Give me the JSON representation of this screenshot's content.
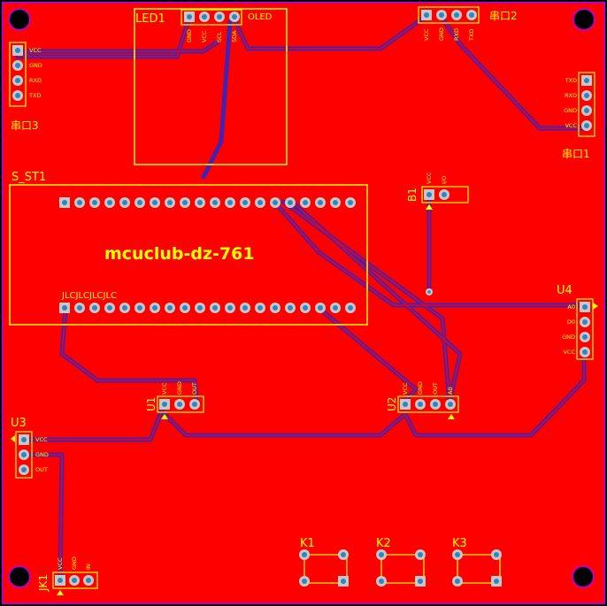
{
  "colors": {
    "background": "#000000",
    "copper": "#ff0000",
    "silk": "#ffff00",
    "trace": "#3a2fc8",
    "pad_ring": "#c8c8c8",
    "pad_hole": "#2e86c1",
    "board_outline": "#c000c0"
  },
  "board": {
    "title": "mcuclub-dz-761",
    "bottom_label": "JLCJLCJLCJLC"
  },
  "components": {
    "led1": {
      "ref": "LED1",
      "name": "OLED",
      "pins": [
        "GND",
        "VCC",
        "SCL",
        "SDA"
      ]
    },
    "uart2": {
      "ref": "串口2",
      "pins": [
        "VCC",
        "GND",
        "RXD",
        "TXD"
      ]
    },
    "uart3": {
      "ref": "串口3",
      "pins": [
        "VCC",
        "GND",
        "RXD",
        "TXD"
      ]
    },
    "uart1": {
      "ref": "串口1",
      "pins": [
        "TXD",
        "RXD",
        "GND",
        "VCC"
      ]
    },
    "s_st1": {
      "ref": "S_ST1"
    },
    "b1": {
      "ref": "B1",
      "pins": [
        "VCC",
        "I/O"
      ]
    },
    "u4": {
      "ref": "U4",
      "pins": [
        "A0",
        "D0",
        "GND",
        "VCC"
      ]
    },
    "u1": {
      "ref": "U1",
      "pins": [
        "VCC",
        "GND",
        "OUT"
      ]
    },
    "u2": {
      "ref": "U2",
      "pins": [
        "VCC",
        "GND",
        "OUT",
        "A0"
      ]
    },
    "u3": {
      "ref": "U3",
      "pins": [
        "VCC",
        "GND",
        "OUT"
      ]
    },
    "jk1": {
      "ref": "JK1",
      "pins": [
        "VCC",
        "GND",
        "IN"
      ]
    },
    "k1": {
      "ref": "K1"
    },
    "k2": {
      "ref": "K2"
    },
    "k3": {
      "ref": "K3"
    }
  }
}
